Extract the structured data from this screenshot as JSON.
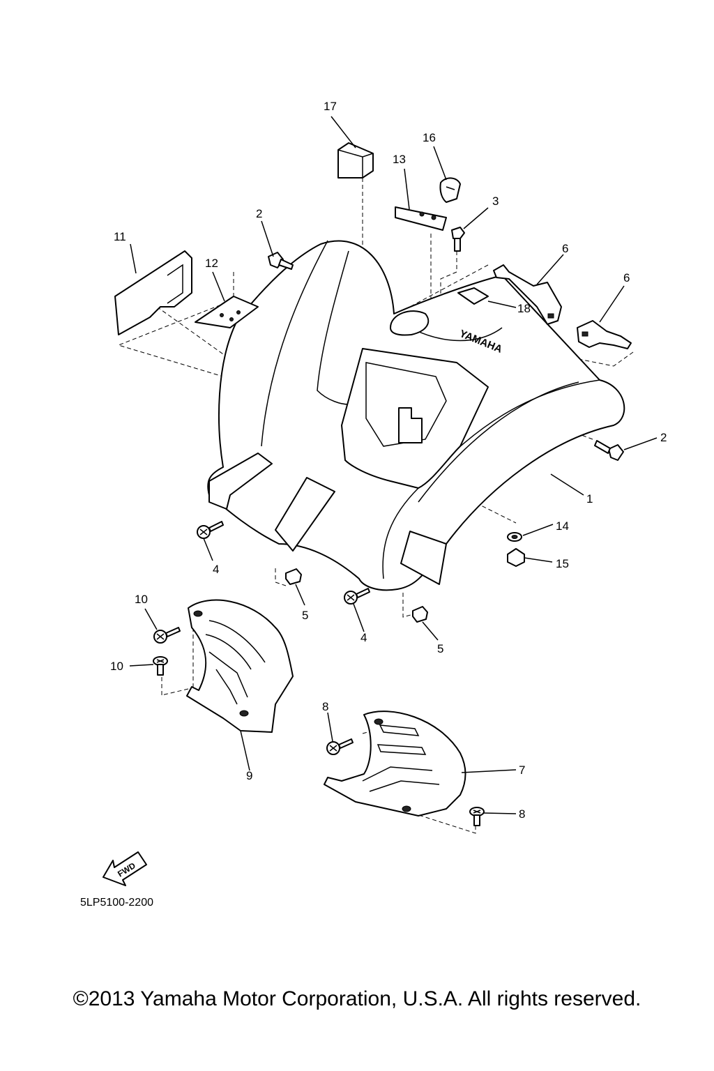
{
  "callouts": {
    "c1": "1",
    "c2a": "2",
    "c2b": "2",
    "c3": "3",
    "c4a": "4",
    "c4b": "4",
    "c5a": "5",
    "c5b": "5",
    "c6a": "6",
    "c6b": "6",
    "c7": "7",
    "c8a": "8",
    "c8b": "8",
    "c9": "9",
    "c10a": "10",
    "c10b": "10",
    "c11": "11",
    "c12": "12",
    "c13": "13",
    "c14": "14",
    "c15": "15",
    "c16": "16",
    "c17": "17",
    "c18": "18"
  },
  "fwd_label": "FWD",
  "fender_emblem": "YAMAHA",
  "diagram_code": "5LP5100-2200",
  "copyright": "©2013 Yamaha Motor Corporation, U.S.A. All rights reserved."
}
